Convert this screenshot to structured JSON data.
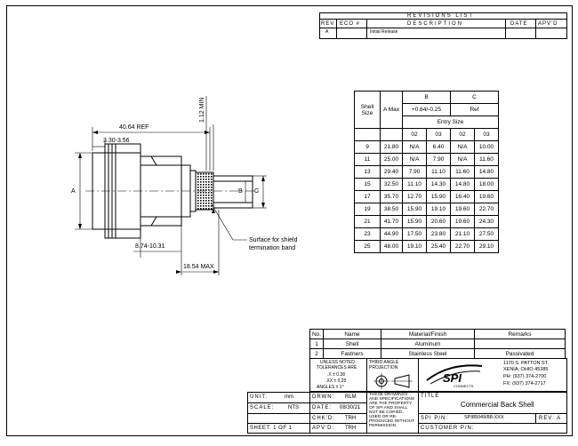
{
  "revisions": {
    "title": "REVISIONS LIST",
    "headers": [
      "REV",
      "ECO #",
      "DESCRIPTION",
      "DATE",
      "APV'D"
    ],
    "rows": [
      [
        "A",
        "",
        "Initial Release",
        "",
        ""
      ]
    ]
  },
  "drawing": {
    "dim_overall": "40.64 REF",
    "dim_flange": "3.30-3.56",
    "dim_min": "1.12 MIN",
    "dim_thread": "8.74-10.31",
    "dim_max": "18.54 MAX",
    "label_a": "A",
    "label_b": "B",
    "label_c": "C",
    "note_line1": "Surface for shield",
    "note_line2": "termination band"
  },
  "shell_table": {
    "col_shell": "Shell Size",
    "col_a": "A Max",
    "col_b": "B",
    "col_c": "C",
    "b_tol": "+0.64/-0.25",
    "c_ref": "Ref",
    "entry_size": "Entry Size",
    "sub": [
      "02",
      "03",
      "02",
      "03"
    ],
    "rows": [
      [
        "9",
        "21.80",
        "N/A",
        "6.40",
        "N/A",
        "10.00"
      ],
      [
        "11",
        "25.00",
        "N/A",
        "7.90",
        "N/A",
        "11.60"
      ],
      [
        "13",
        "29.40",
        "7.90",
        "11.10",
        "11.60",
        "14.80"
      ],
      [
        "15",
        "32.50",
        "11.10",
        "14.30",
        "14.80",
        "18.00"
      ],
      [
        "17",
        "35.70",
        "12.70",
        "15.90",
        "16.40",
        "19.60"
      ],
      [
        "19",
        "38.50",
        "15.90",
        "19.10",
        "19.60",
        "22.70"
      ],
      [
        "21",
        "41.70",
        "15.90",
        "20.60",
        "19.60",
        "24.30"
      ],
      [
        "23",
        "44.90",
        "17.50",
        "23.80",
        "21.10",
        "27.50"
      ],
      [
        "25",
        "48.00",
        "19.10",
        "25.40",
        "22.70",
        "29.10"
      ]
    ]
  },
  "parts": {
    "headers": [
      "No.",
      "Name",
      "Material/Finish",
      "Remarks"
    ],
    "rows": [
      [
        "1",
        "Shell",
        "Aluminum",
        ""
      ],
      [
        "2",
        "Fastners",
        "Stainless Steel",
        "Passivated"
      ]
    ]
  },
  "title_block": {
    "tol_lines": [
      "UNLESS NOTED",
      "TOLERANCES ARE:",
      ".X  ± 0.38",
      ".XX  ± 0.25",
      "ANGLES  ± 1°"
    ],
    "projection_lines": [
      "THIRD ANGLE",
      "PROJECTION"
    ],
    "logo_text": "SPI",
    "logo_sub": "CONNECTS",
    "address": [
      "1170 S. PATTON ST.",
      "XENIA, OHIO 45385",
      "PH: (937) 374-2700",
      "FX: (937) 374-2717"
    ],
    "unit_label": "UNIT:",
    "unit_value": "mm",
    "scale_label": "SCALE:",
    "scale_value": "NTS",
    "sheet_label": "SHEET: 1 OF 1",
    "drwn_label": "DRWN:",
    "drwn_value": "RLM",
    "date_label": "DATE:",
    "date_value": "08/30/21",
    "chkd_label": "CHK'D:",
    "chkd_value": "TRH",
    "apvd_label": "APV'D:",
    "apvd_value": "TRH",
    "notice_lines": [
      "THESE DRAWINGS",
      "AND SPECIFICATIONS",
      "ARE THE PROPERTY",
      "OF SPI AND SHALL",
      "NOT BE COPIED,",
      "USED OR RE-",
      "PRODUCED WITHOUT",
      "PERMISSION."
    ],
    "title_label": "TITLE",
    "title_value": "Commercial Back Shell",
    "pn_label": "SPI P/N:",
    "pn_value": "SPI85049/88-XXX",
    "rev_label": "REV: A",
    "cust_label": "CUSTOMER P/N:"
  }
}
